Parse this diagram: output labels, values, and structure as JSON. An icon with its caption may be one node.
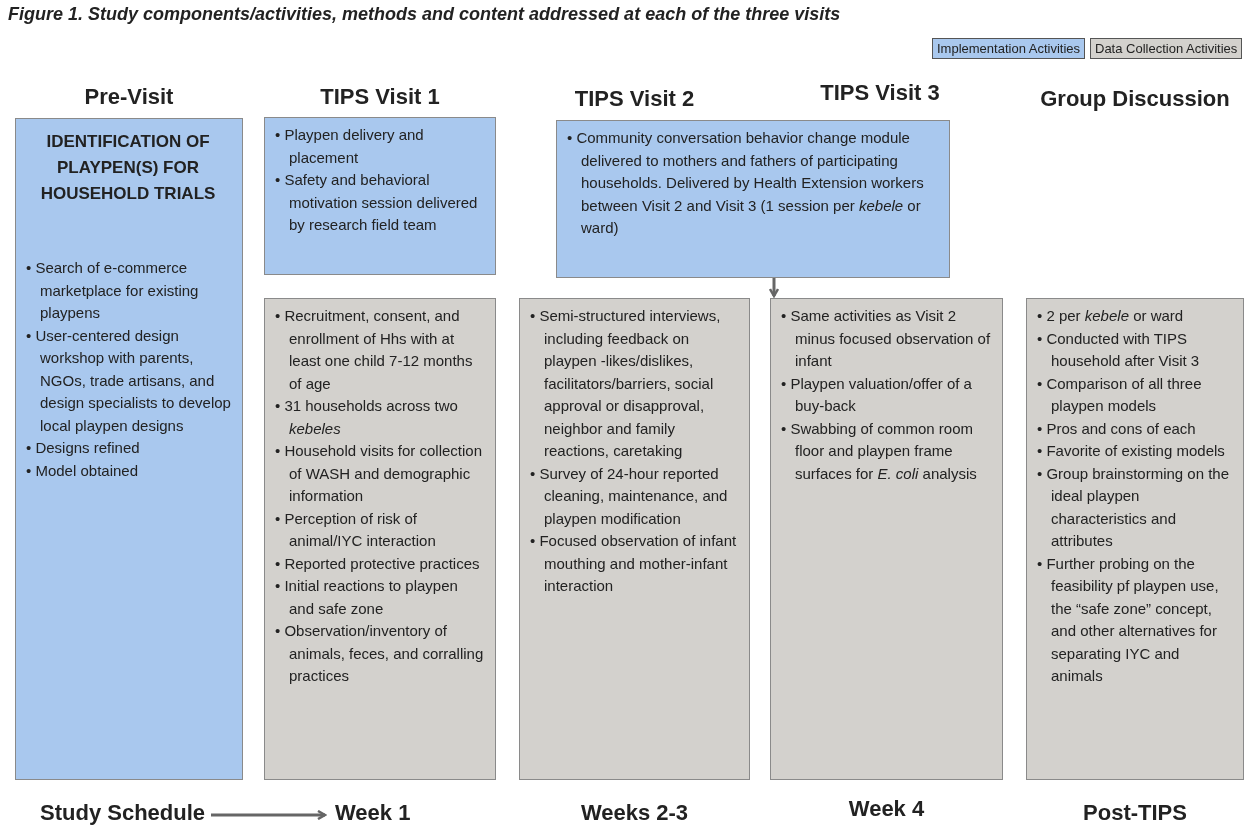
{
  "diagram": {
    "title": "Figure 1. Study components/activities, methods and content addressed at each of the three visits",
    "nodes": [
      {
        "text": [
          "IDENTIFICATION OF PLAYPEN(S) FOR HOUSEHOLD TRIALS",
          "• Search of e-commerce marketplace for existing playpens",
          "• User-centered design workshop with parents, NGOs, trade artisans, and design specialists to develop local playpen designs",
          "• Designs refined",
          "• Model obtained"
        ]
      },
      {
        "text": [
          "• Playpen delivery and placement",
          "• Safety and behavioral motivation session delivered by research field team"
        ]
      },
      {
        "text": [
          "• Community conversation behavior change module delivered to mothers and fathers of participating households. Delivered by Health Extension workers between Visit 2 and Visit 3 (1 session per *kebele* or ward)"
        ]
      },
      {
        "text": [
          "• Recruitment, consent, and enrollment of Hhs with at least one child 7-12 months of age",
          "• 31 households across two *kebeles*",
          "• Household visits for collection of WASH and demographic information",
          "• Perception of risk of animal/IYC interaction",
          "• Reported protective practices",
          "• Initial reactions to playpen and safe zone",
          "• Observation/inventory of animals, feces, and corralling practices"
        ]
      },
      {
        "text": [
          "• Semi-structured interviews, including feedback on playpen -likes/dislikes, facilitators/barriers, social approval or disapproval, neighbor and family reactions, caretaking",
          "• Survey of 24-hour reported cleaning, maintenance, and playpen modification",
          "• Focused observation of infant mouthing and mother-infant interaction"
        ]
      },
      {
        "text": [
          "• Same activities as Visit 2 minus focused observation of infant",
          "• Playpen valuation/offer of a buy-back",
          "• Swabbing of common room floor and playpen frame surfaces for *E. coli* analysis"
        ]
      },
      {
        "text": [
          "• 2 per *kebele* or ward",
          "• Conducted with TIPS household after Visit 3",
          "• Comparison of all three playpen models",
          "• Pros and cons of each",
          "• Favorite of existing models",
          "• Group brainstorming on the ideal playpen characteristics and attributes",
          "• Further probing on the feasibility pf playpen use, the “safe zone” concept, and other alternatives for separating IYC and animals"
        ]
      },
      {
        "text": [
          "Study Schedule"
        ]
      },
      {
        "text": [
          "Week 1"
        ]
      }
    ],
    "edges": [
      {
        "from": 2,
        "to": 5,
        "arrow": "to"
      },
      {
        "from": 7,
        "to": 8,
        "arrow": "to"
      }
    ],
    "labels": [
      "Pre-Visit",
      "TIPS Visit 1",
      "TIPS Visit 2",
      "TIPS Visit 3",
      "Group Discussion",
      "Weeks 2-3",
      "Week 4",
      "Post-TIPS"
    ],
    "legend": [
      {
        "text": "Implementation Activities",
        "color": "#a9c8ee"
      },
      {
        "text": "Data Collection Activities",
        "color": "#d3d1cd"
      }
    ]
  }
}
